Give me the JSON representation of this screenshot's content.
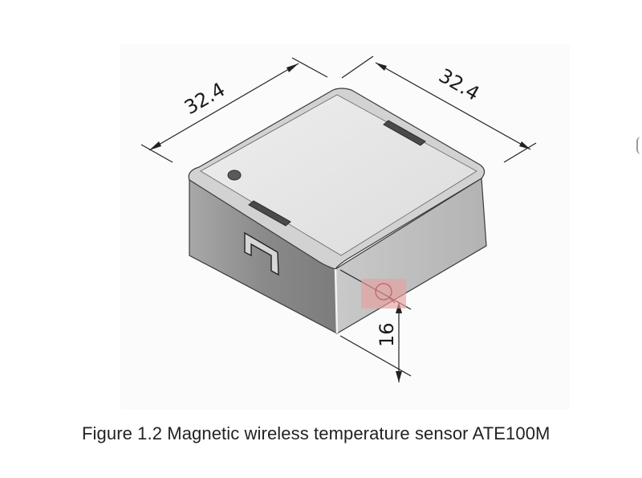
{
  "figure": {
    "caption": "Figure 1.2 Magnetic wireless temperature sensor ATE100M",
    "dimensions": {
      "length": "32.4",
      "width": "32.4",
      "height": "16"
    }
  },
  "colors": {
    "top_face": "#e4e4e4",
    "left_face": "#8e8e8e",
    "right_face": "#bdbdbd",
    "highlight_box": "#e8a0a0"
  }
}
